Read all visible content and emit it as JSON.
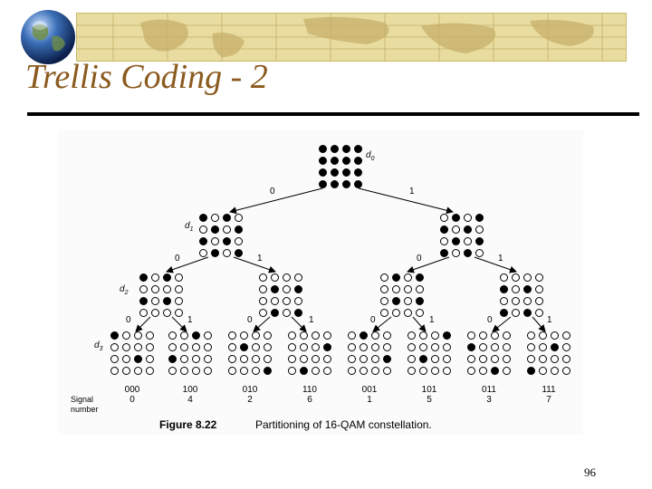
{
  "slide": {
    "title": "Trellis Coding - 2",
    "page_number": "96"
  },
  "figure": {
    "caption_label": "Figure 8.22",
    "caption_text": "Partitioning of 16-QAM constellation.",
    "signal_label_line1": "Signal",
    "signal_label_line2": "number",
    "distance_labels": {
      "d0": "0",
      "d1": "1",
      "d2": "2",
      "d3": "3"
    },
    "branch_bits": {
      "l1_left": "0",
      "l1_right": "1",
      "l2_0_left": "0",
      "l2_0_right": "1",
      "l2_1_left": "0",
      "l2_1_right": "1",
      "l3_0_left": "0",
      "l3_0_right": "1",
      "l3_1_left": "0",
      "l3_1_right": "1",
      "l3_2_left": "0",
      "l3_2_right": "1",
      "l3_3_left": "0",
      "l3_3_right": "1"
    },
    "leaves": [
      {
        "code": "000",
        "signal": "0"
      },
      {
        "code": "100",
        "signal": "4"
      },
      {
        "code": "010",
        "signal": "2"
      },
      {
        "code": "110",
        "signal": "6"
      },
      {
        "code": "001",
        "signal": "1"
      },
      {
        "code": "101",
        "signal": "5"
      },
      {
        "code": "011",
        "signal": "3"
      },
      {
        "code": "111",
        "signal": "7"
      }
    ]
  },
  "colors": {
    "title": "#8b5a1e",
    "banner": "#e8dca0",
    "filled_point": "#000000",
    "empty_point": "#ffffff"
  }
}
